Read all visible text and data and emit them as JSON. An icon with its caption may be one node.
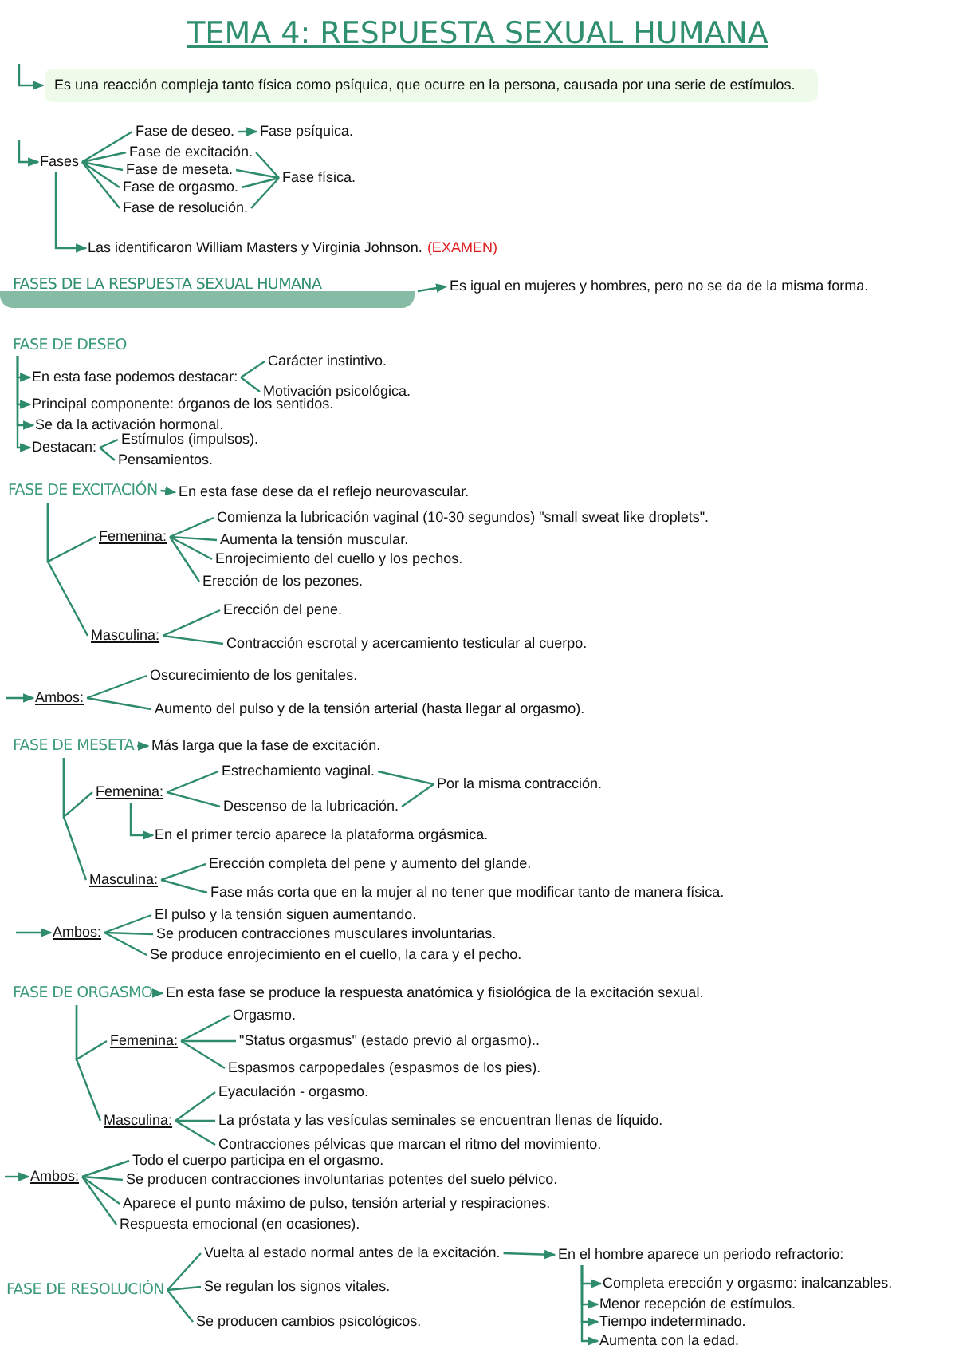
{
  "diagram": {
    "title": "TEMA 4: RESPUESTA SEXUAL HUMANA",
    "nodes": [
      {
        "text": [
          "Es una reacción compleja tanto física como psíquica, que ocurre en la persona, causada por una serie de estímulos."
        ]
      },
      {
        "text": [
          "Fases"
        ]
      },
      {
        "text": [
          "Fase de deseo."
        ]
      },
      {
        "text": [
          "Fase de excitación."
        ]
      },
      {
        "text": [
          "Fase de meseta."
        ]
      },
      {
        "text": [
          "Fase de orgasmo."
        ]
      },
      {
        "text": [
          "Fase de resolución."
        ]
      },
      {
        "text": [
          "Fase psíquica."
        ]
      },
      {
        "text": [
          "Fase física."
        ]
      },
      {
        "text": [
          "Las identificaron William Masters y Virginia Johnson.",
          "(EXAMEN)"
        ]
      },
      {
        "text": [
          "FASES DE LA RESPUESTA SEXUAL HUMANA"
        ]
      },
      {
        "text": [
          "Es igual en mujeres y hombres, pero no se da de la misma forma."
        ]
      },
      {
        "text": [
          "FASE DE DESEO"
        ]
      },
      {
        "text": [
          "En esta fase podemos destacar:"
        ]
      },
      {
        "text": [
          "Carácter instintivo."
        ]
      },
      {
        "text": [
          "Motivación psicológica."
        ]
      },
      {
        "text": [
          "Principal componente: órganos de los sentidos."
        ]
      },
      {
        "text": [
          "Se da la activación hormonal."
        ]
      },
      {
        "text": [
          "Destacan:"
        ]
      },
      {
        "text": [
          "Estímulos (impulsos)."
        ]
      },
      {
        "text": [
          "Pensamientos."
        ]
      },
      {
        "text": [
          "FASE DE EXCITACIÓN"
        ]
      },
      {
        "text": [
          "En esta fase dese da el reflejo neurovascular."
        ]
      },
      {
        "text": [
          "Femenina:"
        ]
      },
      {
        "text": [
          "Comienza la lubricación vaginal (10-30 segundos) \"small sweat like droplets\"."
        ]
      },
      {
        "text": [
          "Aumenta la tensión muscular."
        ]
      },
      {
        "text": [
          "Enrojecimiento del cuello y los pechos."
        ]
      },
      {
        "text": [
          "Erección de los pezones."
        ]
      },
      {
        "text": [
          "Masculina:"
        ]
      },
      {
        "text": [
          "Erección del pene."
        ]
      },
      {
        "text": [
          "Contracción escrotal y acercamiento testicular al cuerpo."
        ]
      },
      {
        "text": [
          "Ambos:"
        ]
      },
      {
        "text": [
          "Oscurecimiento de los genitales."
        ]
      },
      {
        "text": [
          "Aumento del pulso y de la tensión arterial (hasta llegar al orgasmo)."
        ]
      },
      {
        "text": [
          "FASE DE MESETA"
        ]
      },
      {
        "text": [
          "Más larga que la fase de excitación."
        ]
      },
      {
        "text": [
          "Femenina:"
        ]
      },
      {
        "text": [
          "Estrechamiento vaginal."
        ]
      },
      {
        "text": [
          "Descenso de la lubricación."
        ]
      },
      {
        "text": [
          "Por la misma contracción."
        ]
      },
      {
        "text": [
          "En el primer tercio aparece la plataforma orgásmica."
        ]
      },
      {
        "text": [
          "Masculina:"
        ]
      },
      {
        "text": [
          "Erección completa del pene y aumento del glande."
        ]
      },
      {
        "text": [
          "Fase más corta que en la mujer al no tener que modificar tanto de manera física."
        ]
      },
      {
        "text": [
          "Ambos:"
        ]
      },
      {
        "text": [
          "El pulso y la tensión siguen aumentando."
        ]
      },
      {
        "text": [
          "Se producen contracciones musculares involuntarias."
        ]
      },
      {
        "text": [
          "Se produce enrojecimiento en el cuello, la cara y el pecho."
        ]
      },
      {
        "text": [
          "FASE DE ORGASMO"
        ]
      },
      {
        "text": [
          "En esta fase se produce la respuesta anatómica y fisiológica de la excitación sexual."
        ]
      },
      {
        "text": [
          "Femenina:"
        ]
      },
      {
        "text": [
          "Orgasmo."
        ]
      },
      {
        "text": [
          "\"Status orgasmus\" (estado previo al orgasmo).."
        ]
      },
      {
        "text": [
          "Espasmos carpopedales (espasmos de los pies)."
        ]
      },
      {
        "text": [
          "Masculina:"
        ]
      },
      {
        "text": [
          "Eyaculación - orgasmo."
        ]
      },
      {
        "text": [
          "La próstata y las vesículas seminales se encuentran llenas de líquido."
        ]
      },
      {
        "text": [
          "Contracciones pélvicas que marcan el ritmo del movimiento."
        ]
      },
      {
        "text": [
          "Ambos:"
        ]
      },
      {
        "text": [
          "Todo el cuerpo participa en el orgasmo."
        ]
      },
      {
        "text": [
          "Se producen contracciones involuntarias potentes del suelo pélvico."
        ]
      },
      {
        "text": [
          "Aparece el punto máximo de pulso, tensión arterial y respiraciones."
        ]
      },
      {
        "text": [
          "Respuesta emocional (en ocasiones)."
        ]
      },
      {
        "text": [
          "FASE DE RESOLUCIÓN"
        ]
      },
      {
        "text": [
          "Vuelta al estado normal antes de la excitación."
        ]
      },
      {
        "text": [
          "Se regulan los signos vitales."
        ]
      },
      {
        "text": [
          "Se producen cambios psicológicos."
        ]
      },
      {
        "text": [
          "En el hombre aparece un periodo refractorio:"
        ]
      },
      {
        "text": [
          "Completa erección y orgasmo: inalcanzables."
        ]
      },
      {
        "text": [
          "Menor recepción de estímulos."
        ]
      },
      {
        "text": [
          "Tiempo indeterminado."
        ]
      },
      {
        "text": [
          "Aumenta con la edad."
        ]
      }
    ],
    "edges": [
      {
        "from": null,
        "to": 0,
        "arrow": "to"
      },
      {
        "from": null,
        "to": 1,
        "arrow": "to"
      },
      {
        "from": 1,
        "to": 2,
        "arrow": "none"
      },
      {
        "from": 1,
        "to": 3,
        "arrow": "none"
      },
      {
        "from": 1,
        "to": 4,
        "arrow": "none"
      },
      {
        "from": 1,
        "to": 5,
        "arrow": "none"
      },
      {
        "from": 1,
        "to": 6,
        "arrow": "none"
      },
      {
        "from": 2,
        "to": 7,
        "arrow": "to"
      },
      {
        "from": 3,
        "to": 8,
        "arrow": "none"
      },
      {
        "from": 4,
        "to": 8,
        "arrow": "none"
      },
      {
        "from": 5,
        "to": 8,
        "arrow": "none"
      },
      {
        "from": 6,
        "to": 8,
        "arrow": "none"
      },
      {
        "from": 1,
        "to": 9,
        "arrow": "to"
      },
      {
        "from": 10,
        "to": 11,
        "arrow": "to"
      },
      {
        "from": 12,
        "to": 13,
        "arrow": "to"
      },
      {
        "from": 13,
        "to": 14,
        "arrow": "none"
      },
      {
        "from": 13,
        "to": 15,
        "arrow": "none"
      },
      {
        "from": 12,
        "to": 16,
        "arrow": "to"
      },
      {
        "from": 12,
        "to": 17,
        "arrow": "to"
      },
      {
        "from": 12,
        "to": 18,
        "arrow": "to"
      },
      {
        "from": 18,
        "to": 19,
        "arrow": "none"
      },
      {
        "from": 18,
        "to": 20,
        "arrow": "none"
      },
      {
        "from": 21,
        "to": 22,
        "arrow": "to"
      },
      {
        "from": 21,
        "to": 23,
        "arrow": "none"
      },
      {
        "from": 23,
        "to": 24,
        "arrow": "none"
      },
      {
        "from": 23,
        "to": 25,
        "arrow": "none"
      },
      {
        "from": 23,
        "to": 26,
        "arrow": "none"
      },
      {
        "from": 23,
        "to": 27,
        "arrow": "none"
      },
      {
        "from": 21,
        "to": 28,
        "arrow": "none"
      },
      {
        "from": 28,
        "to": 29,
        "arrow": "none"
      },
      {
        "from": 28,
        "to": 30,
        "arrow": "none"
      },
      {
        "from": null,
        "to": 31,
        "arrow": "to"
      },
      {
        "from": 31,
        "to": 32,
        "arrow": "none"
      },
      {
        "from": 31,
        "to": 33,
        "arrow": "none"
      },
      {
        "from": 34,
        "to": 35,
        "arrow": "to"
      },
      {
        "from": 34,
        "to": 36,
        "arrow": "none"
      },
      {
        "from": 36,
        "to": 37,
        "arrow": "none"
      },
      {
        "from": 36,
        "to": 38,
        "arrow": "none"
      },
      {
        "from": 37,
        "to": 39,
        "arrow": "none"
      },
      {
        "from": 38,
        "to": 39,
        "arrow": "none"
      },
      {
        "from": 36,
        "to": 40,
        "arrow": "to"
      },
      {
        "from": 34,
        "to": 41,
        "arrow": "none"
      },
      {
        "from": 41,
        "to": 42,
        "arrow": "none"
      },
      {
        "from": 41,
        "to": 43,
        "arrow": "none"
      },
      {
        "from": null,
        "to": 44,
        "arrow": "to"
      },
      {
        "from": 44,
        "to": 45,
        "arrow": "none"
      },
      {
        "from": 44,
        "to": 46,
        "arrow": "none"
      },
      {
        "from": 44,
        "to": 47,
        "arrow": "none"
      },
      {
        "from": 48,
        "to": 49,
        "arrow": "to"
      },
      {
        "from": 48,
        "to": 50,
        "arrow": "none"
      },
      {
        "from": 50,
        "to": 51,
        "arrow": "none"
      },
      {
        "from": 50,
        "to": 52,
        "arrow": "none"
      },
      {
        "from": 50,
        "to": 53,
        "arrow": "none"
      },
      {
        "from": 48,
        "to": 54,
        "arrow": "none"
      },
      {
        "from": 54,
        "to": 55,
        "arrow": "none"
      },
      {
        "from": 54,
        "to": 56,
        "arrow": "none"
      },
      {
        "from": 54,
        "to": 57,
        "arrow": "none"
      },
      {
        "from": null,
        "to": 58,
        "arrow": "to"
      },
      {
        "from": 58,
        "to": 59,
        "arrow": "none"
      },
      {
        "from": 58,
        "to": 60,
        "arrow": "none"
      },
      {
        "from": 58,
        "to": 61,
        "arrow": "none"
      },
      {
        "from": 58,
        "to": 62,
        "arrow": "none"
      },
      {
        "from": 63,
        "to": 64,
        "arrow": "none"
      },
      {
        "from": 63,
        "to": 65,
        "arrow": "none"
      },
      {
        "from": 63,
        "to": 66,
        "arrow": "none"
      },
      {
        "from": 64,
        "to": 67,
        "arrow": "to"
      },
      {
        "from": 67,
        "to": 68,
        "arrow": "to"
      },
      {
        "from": 67,
        "to": 69,
        "arrow": "to"
      },
      {
        "from": 67,
        "to": 70,
        "arrow": "to"
      },
      {
        "from": 67,
        "to": 71,
        "arrow": "to"
      }
    ]
  }
}
